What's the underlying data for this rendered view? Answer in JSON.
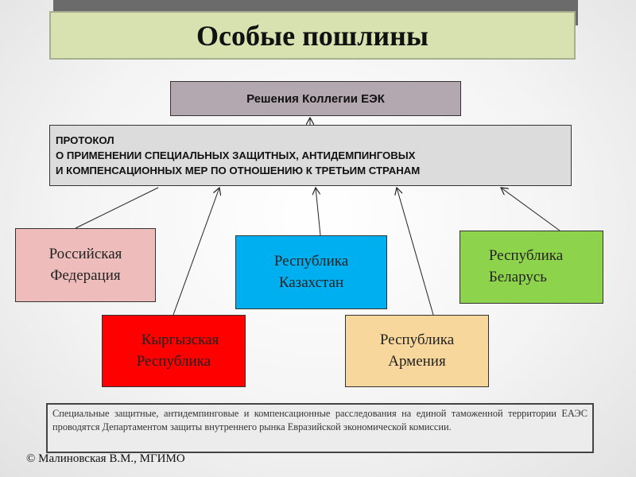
{
  "title": "Особые пошлины",
  "eek_box": "Решения Коллегии ЕЭК",
  "protocol": {
    "line1": "ПРОТОКОЛ",
    "line2": "О ПРИМЕНЕНИИ СПЕЦИАЛЬНЫХ ЗАЩИТНЫХ, АНТИДЕМПИНГОВЫХ",
    "line3": "И КОМПЕНСАЦИОННЫХ МЕР ПО ОТНОШЕНИЮ К ТРЕТЬИМ СТРАНАМ"
  },
  "countries": {
    "russia": {
      "line1": "Российская",
      "line2": "Федерация"
    },
    "kazakhstan": {
      "line1": "Республика",
      "line2": "Казахстан"
    },
    "belarus": {
      "line1": "Республика",
      "line2": "Беларусь"
    },
    "kyrgyzstan": {
      "line1": "Кыргызская",
      "line2": "Республика"
    },
    "armenia": {
      "line1": "Республика",
      "line2": "Армения"
    }
  },
  "note": "Специальные защитные, антидемпинговые и компенсационные расследования на единой таможенной территории ЕАЭС проводятся Департаментом защиты внутреннего рынка Евразийской экономической комиссии.",
  "copyright": "© Малиновская В.М., МГИМО",
  "colors": {
    "title_bg": "#d8e1b0",
    "eek_bg": "#b4a8b0",
    "protocol_bg": "#dcdcdc",
    "russia": "#eebcbb",
    "kazakhstan": "#00aff0",
    "belarus": "#8ed34c",
    "kyrgyzstan": "#ff0000",
    "armenia": "#f7d79b"
  }
}
